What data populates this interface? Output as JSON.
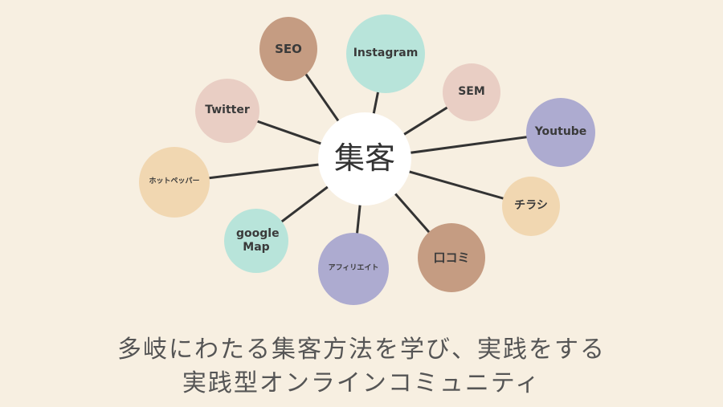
{
  "center": {
    "label": "集客",
    "color": "#ffffff"
  },
  "nodes": [
    {
      "id": "seo",
      "label": "SEO",
      "color": "#c59c82"
    },
    {
      "id": "instagram",
      "label": "Instagram",
      "color": "#b8e4da"
    },
    {
      "id": "sem",
      "label": "SEM",
      "color": "#e9cec4"
    },
    {
      "id": "youtube",
      "label": "Youtube",
      "color": "#adabd0"
    },
    {
      "id": "chirashi",
      "label": "チラシ",
      "color": "#f1d7b1"
    },
    {
      "id": "kuchikomi",
      "label": "口コミ",
      "color": "#c59c82"
    },
    {
      "id": "affiliate",
      "label": "アフィリエイト",
      "color": "#adabd0"
    },
    {
      "id": "google-map",
      "label": "google Map",
      "color": "#b8e4da"
    },
    {
      "id": "hotpepper",
      "label": "ホットペッパー",
      "color": "#f1d7b1"
    },
    {
      "id": "twitter",
      "label": "Twitter",
      "color": "#e9cec4"
    }
  ],
  "caption": {
    "line1": "多岐にわたる集客方法を学び、実践をする",
    "line2": "実践型オンラインコミュニティ"
  }
}
